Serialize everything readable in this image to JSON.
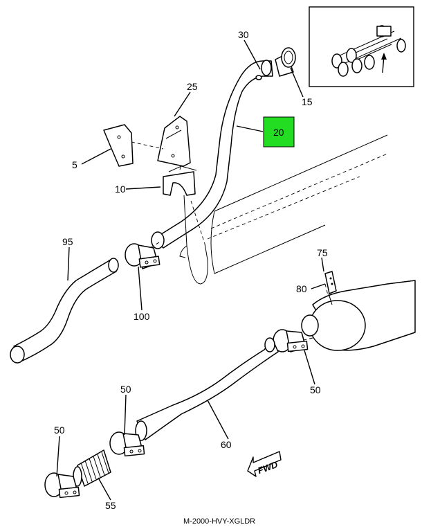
{
  "diagram": {
    "caption": "M-2000-HVY-XGLDR",
    "fwd_label": "FWD",
    "highlight_color": "#22dd22",
    "callouts": {
      "c30": "30",
      "c15": "15",
      "c25": "25",
      "c5": "5",
      "c10": "10",
      "c20": "20",
      "c95": "95",
      "c100": "100",
      "c75": "75",
      "c80": "80",
      "c50_right": "50",
      "c50_mid": "50",
      "c50_left": "50",
      "c60": "60",
      "c55": "55"
    }
  }
}
